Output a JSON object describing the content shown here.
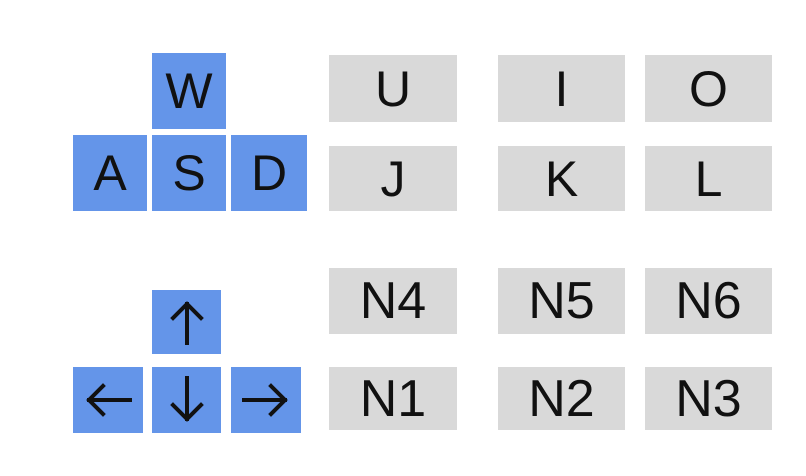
{
  "colors": {
    "movement_key": "#6495e9",
    "action_key": "#d9d9d9",
    "text": "#111111",
    "background": "#ffffff"
  },
  "wasd": {
    "w": "W",
    "a": "A",
    "s": "S",
    "d": "D"
  },
  "arrows": {
    "up": "arrow-up-icon",
    "left": "arrow-left-icon",
    "down": "arrow-down-icon",
    "right": "arrow-right-icon"
  },
  "letter_keys": {
    "u": "U",
    "i": "I",
    "o": "O",
    "j": "J",
    "k": "K",
    "l": "L"
  },
  "numpad_keys": {
    "n4": "N4",
    "n5": "N5",
    "n6": "N6",
    "n1": "N1",
    "n2": "N2",
    "n3": "N3"
  }
}
